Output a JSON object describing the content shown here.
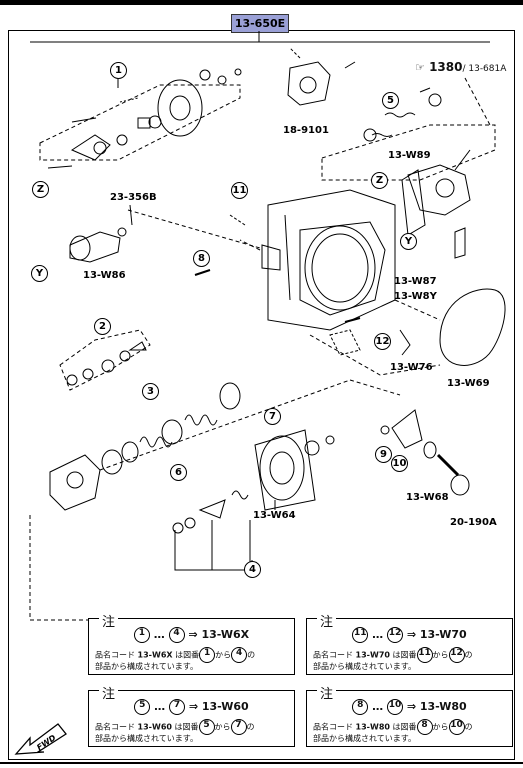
{
  "main_code": "13-650E",
  "ref": {
    "icon": "hand-pointer-icon",
    "code": "1380",
    "sub": "/ 13-681A"
  },
  "part_labels": {
    "p18_9101": "18-9101",
    "p23_356B": "23-356B",
    "p13_W86": "13-W86",
    "p13_W89": "13-W89",
    "p13_W87": "13-W87",
    "p13_W8Y": "13-W8Y",
    "p13_W76": "13-W76",
    "p13_W69": "13-W69",
    "p13_W68": "13-W68",
    "p20_190A": "20-190A",
    "p13_W64": "13-W64"
  },
  "callouts": {
    "c1": "1",
    "c2": "2",
    "c3": "3",
    "c4": "4",
    "c5": "5",
    "c6": "6",
    "c7": "7",
    "c8": "8",
    "c9": "9",
    "c10": "10",
    "c11": "11",
    "c12": "12",
    "z1": "Z",
    "z2": "Z",
    "y1": "Y",
    "y2": "Y"
  },
  "notes": [
    {
      "head": "注",
      "from": "1",
      "to": "4",
      "arrow": "⇒",
      "code": "13-W6X",
      "l2a": "品名コード ",
      "l2code": "13-W6X",
      "l2b": " は図番",
      "l2c": "から",
      "l3": "部品から構成されています。"
    },
    {
      "head": "注",
      "from": "11",
      "to": "12",
      "arrow": "⇒",
      "code": "13-W70",
      "l2a": "品名コード ",
      "l2code": "13-W70",
      "l2b": " は図番",
      "l2c": "から",
      "l3": "部品から構成されています。"
    },
    {
      "head": "注",
      "from": "5",
      "to": "7",
      "arrow": "⇒",
      "code": "13-W60",
      "l2a": "品名コード ",
      "l2code": "13-W60",
      "l2b": " は図番",
      "l2c": "から",
      "l3": "部品から構成されています。"
    },
    {
      "head": "注",
      "from": "8",
      "to": "10",
      "arrow": "⇒",
      "code": "13-W80",
      "l2a": "品名コード ",
      "l2code": "13-W80",
      "l2b": " は図番",
      "l2c": "から",
      "l3": "部品から構成されています。"
    }
  ],
  "note_sep": "…",
  "fwd_label": "FWD"
}
